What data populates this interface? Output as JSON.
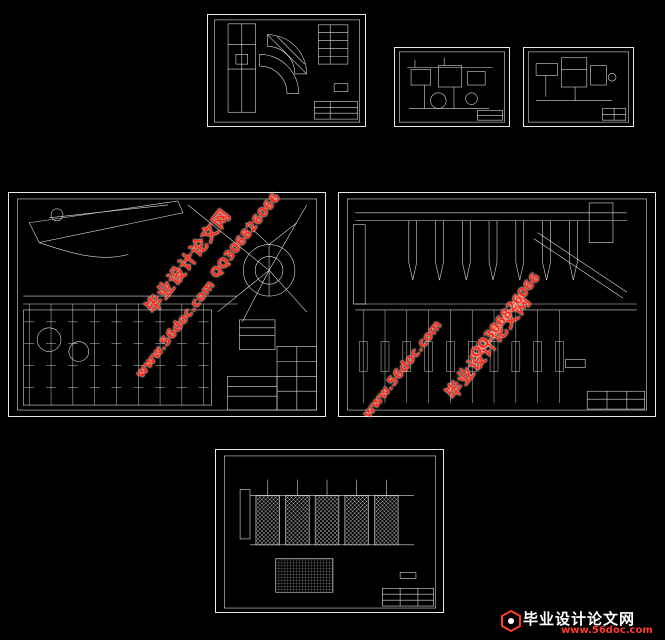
{
  "sheets": [
    {
      "id": "sheet-1",
      "label": "drawing-sheet-top-left"
    },
    {
      "id": "sheet-2",
      "label": "drawing-sheet-top-middle"
    },
    {
      "id": "sheet-3",
      "label": "drawing-sheet-top-right"
    },
    {
      "id": "sheet-4",
      "label": "drawing-sheet-main-left"
    },
    {
      "id": "sheet-5",
      "label": "drawing-sheet-main-right"
    },
    {
      "id": "sheet-6",
      "label": "drawing-sheet-bottom"
    }
  ],
  "watermarks": {
    "site_name": "毕业设计论文网",
    "qq": "QQ306826066",
    "url": "www.56doc.com"
  },
  "logo": {
    "name": "毕业设计论文网",
    "url": "www.56doc.com"
  },
  "colors": {
    "background": "#000000",
    "linework": "#ffffff",
    "watermark": "#ff2a1a"
  }
}
